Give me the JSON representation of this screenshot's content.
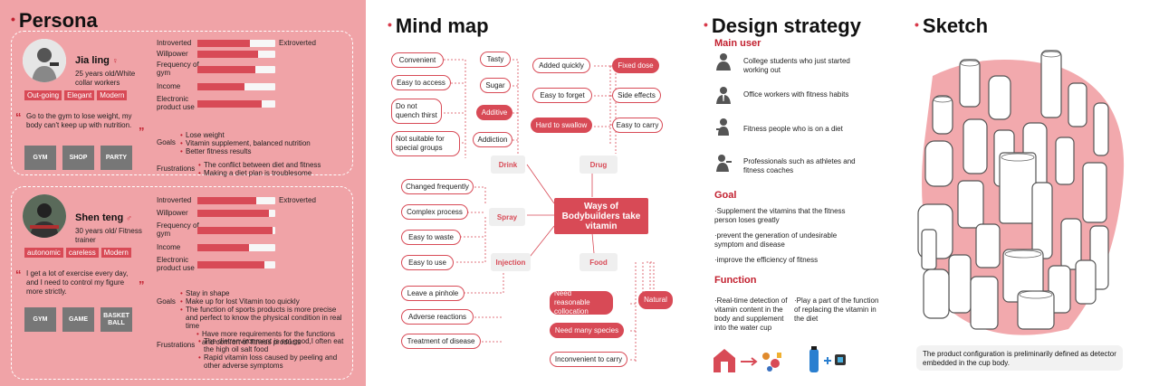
{
  "persona": {
    "title": "Persona",
    "users": [
      {
        "name": "Jia ling",
        "gender_symbol": "♀",
        "desc": "25 years old/White collar workers",
        "tags": [
          "Out-going",
          "Elegant",
          "Modern"
        ],
        "quote": "Go to the gym to lose weight, my body can't keep up with nutrition.",
        "photos": [
          "GYM",
          "SHOP",
          "PARTY"
        ],
        "attributes": [
          {
            "label": "Introverted",
            "right": "Extroverted",
            "level": 0.67
          },
          {
            "label": "Willpower",
            "right": "",
            "level": 0.78
          },
          {
            "label": "Frequency of gym",
            "right": "",
            "level": 0.74
          },
          {
            "label": "Income",
            "right": "",
            "level": 0.61
          },
          {
            "label": "Electronic product use",
            "right": "",
            "level": 0.82
          }
        ],
        "goals_label": "Goals",
        "goals": [
          {
            "text": "Lose weight",
            "sub": false
          },
          {
            "text": "Vitamin supplement, balanced nutrition",
            "sub": false
          },
          {
            "text": "Better fitness results",
            "sub": false
          }
        ],
        "frustrations_label": "Frustrations",
        "frustrations": [
          {
            "text": "The conflict between diet and fitness",
            "sub": false
          },
          {
            "text": "Making a diet plan is troublesome",
            "sub": false
          }
        ]
      },
      {
        "name": "Shen teng",
        "gender_symbol": "♂",
        "desc": "30 years old/ Fitness trainer",
        "tags": [
          "autonomic",
          "careless",
          "Modern"
        ],
        "quote": "I get a lot of exercise every day, and I need to control my figure more strictly.",
        "photos": [
          "GYM",
          "GAME",
          "BASKET BALL"
        ],
        "attributes": [
          {
            "label": "Introverted",
            "right": "Extroverted",
            "level": 0.76
          },
          {
            "label": "Willpower",
            "right": "",
            "level": 0.92
          },
          {
            "label": "Frequency of gym",
            "right": "",
            "level": 0.97
          },
          {
            "label": "Income",
            "right": "",
            "level": 0.66
          },
          {
            "label": "Electronic product use",
            "right": "",
            "level": 0.86
          }
        ],
        "goals_label": "Goals",
        "goals": [
          {
            "text": "Stay in shape",
            "sub": false
          },
          {
            "text": "Make up for lost Vitamin too quickly",
            "sub": false
          },
          {
            "text": "The function of sports products is more precise and perfect to know the physical condition in real time",
            "sub": false
          },
          {
            "text": "Have more requirements for the functions and comfort of fitness products",
            "sub": true
          }
        ],
        "frustrations_label": "Frustrations",
        "frustrations": [
          {
            "text": "The diet environment is not good,I often eat the high oil salt food",
            "sub": false
          },
          {
            "text": "Rapid vitamin loss caused by peeling and other adverse symptoms",
            "sub": false
          }
        ]
      }
    ]
  },
  "mindmap": {
    "title": "Mind map",
    "center": "Ways of Bodybuilders take vitamin",
    "categories": {
      "drink": "Drink",
      "drug": "Drug",
      "spray": "Spray",
      "injection": "Injection",
      "food": "Food",
      "natural": "Natural"
    },
    "drink_left": [
      "Convenient",
      "Easy to access",
      "Do not quench thirst",
      "Not suitable for special groups"
    ],
    "drink_right": [
      "Tasty",
      "Sugar",
      "Additive",
      "Addiction"
    ],
    "drug_left": [
      "Added quickly",
      "Easy to forget",
      "Hard to swallow"
    ],
    "drug_right": [
      "Fixed dose",
      "Side effects",
      "Easy to carry"
    ],
    "spray": [
      "Changed frequently",
      "Complex process",
      "Easy to waste",
      "Easy to use"
    ],
    "injection": [
      "Leave a pinhole",
      "Adverse reactions",
      "Treatment of disease"
    ],
    "food": [
      "Need reasonable collocation",
      "Need many species",
      "Inconvenient to carry"
    ]
  },
  "strategy": {
    "title": "Design strategy",
    "main_user_title": "Main user",
    "users": [
      "College students who just started working out",
      "Office workers with fitness habits",
      "Fitness people who is on a diet",
      "Professionals such as athletes and fitness coaches"
    ],
    "goal_title": "Goal",
    "goals": [
      "·Supplement the vitamins that the fitness person loses greatly",
      "·prevent the generation of undesirable symptom and disease",
      "·improve the efficiency of fitness"
    ],
    "function_title": "Function",
    "functions": [
      "·Real-time detection of vitamin content in the body and supplement into the water cup",
      "·Play a part of the function of replacing the vitamin in the diet"
    ]
  },
  "sketch": {
    "title": "Sketch",
    "caption": "The product configuration is preliminarily defined as detector embedded in the cup body."
  },
  "colors": {
    "accent": "#d84a56",
    "panel_pink": "#f0a3a7",
    "dark_red": "#c2202f"
  }
}
